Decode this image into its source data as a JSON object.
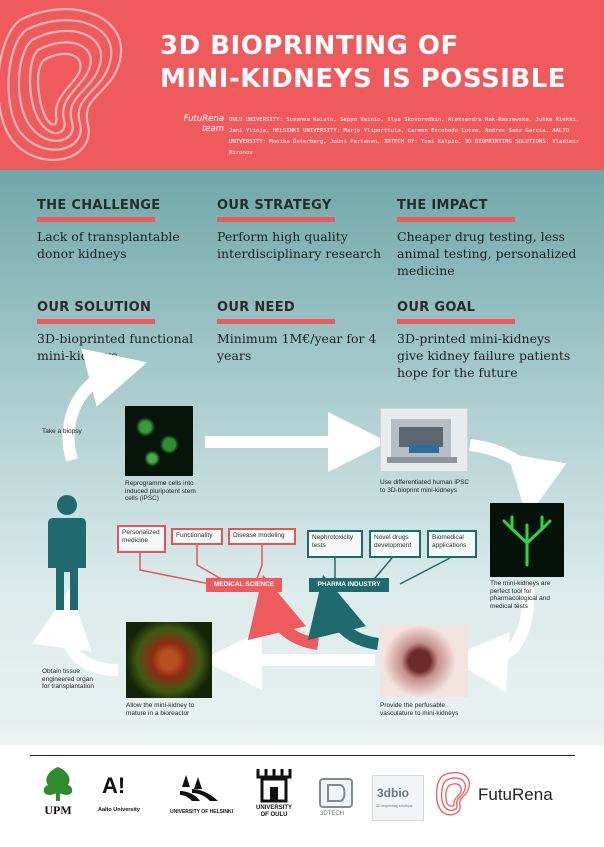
{
  "header": {
    "title_line1": "3D BIOPRINTING OF",
    "title_line2": "MINI-KIDNEYS IS POSSIBLE",
    "team_name": "FutuRena",
    "team_word": "team",
    "credits": "OULU UNIVERSITY: Susanna Kaisto, Seppo Vainio, Ilya Skovorodkin, Aleksandra Rak-Raszewska, Jukka Riekki, Jani Ylioja, HELSINKI UNIVERSITY: Marjo Yliperttula, Carmen Escobedo Lucea, Andres Sanz Garcia, AALTO UNIVERSITY: Monika Österberg, Jouni Partanen, 3DTECH OY: Tomi Kalpio, 3D BIOPRINTING SOLUTIONS: Vladimir Mironov"
  },
  "blocks": {
    "challenge": {
      "heading": "THE CHALLENGE",
      "text": "Lack of transplantable donor kidneys"
    },
    "strategy": {
      "heading": "OUR STRATEGY",
      "text": "Perform high quality interdisciplinary research"
    },
    "impact": {
      "heading": "THE IMPACT",
      "text": "Cheaper drug testing, less animal testing, personalized medicine"
    },
    "solution": {
      "heading": "OUR SOLUTION",
      "text": "3D-bioprinted functional mini-kidneys"
    },
    "need": {
      "heading": "OUR NEED",
      "text": "Minimum 1M€/year for 4 years"
    },
    "goal": {
      "heading": "OUR GOAL",
      "text": "3D-printed mini-kidneys give kidney failure patients hope for the future"
    }
  },
  "diagram": {
    "captions": {
      "biopsy": "Take a biopsy",
      "reprogram": "Reprogramme cells into induced pluripotent stem cells (iPSC)",
      "bioprint": "Use differentiated human iPSC to 3D-bioprint mini-kidneys",
      "tool": "The mini-kidneys are perfect tool for pharmacological and medical tests",
      "vasculature": "Provide the perfusable vasculature to mini-kidneys",
      "mature": "Allow the mini-kidney to mature in a bioreactor",
      "transplant": "Obtain tissue engineered organ for transplantation"
    },
    "medical_science": {
      "label": "MEDICAL SCIENCE",
      "tags": [
        "Personalized medicine",
        "Functionality",
        "Disease modeling"
      ]
    },
    "pharma_industry": {
      "label": "PHARMA INDUSTRY",
      "tags": [
        "Nephrotoxicity tests",
        "Novel drugs development",
        "Biomedical applications"
      ]
    }
  },
  "footer": {
    "upm": "UPM",
    "aalto_mark": "A!",
    "aalto_name": "Aalto University",
    "helsinki": "UNIVERSITY OF HELSINKI",
    "oulu_line1": "UNIVERSITY",
    "oulu_line2": "OF OULU",
    "tech": "3DTECH",
    "bio": "3dbio",
    "bio_sub": "3D bioprinting solutions",
    "futurena": "FutuRena"
  },
  "colors": {
    "accent": "#ef5b5d",
    "teal": "#1e6b6e",
    "bg_top": "#6fa8aa"
  }
}
